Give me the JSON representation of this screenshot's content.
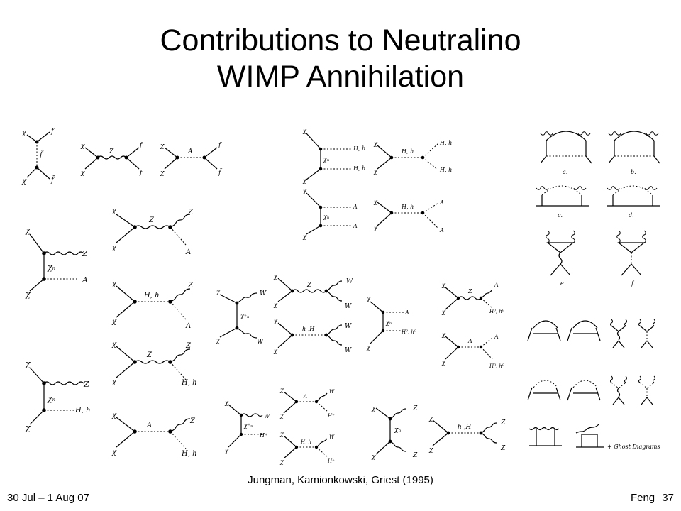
{
  "slide": {
    "title_line1": "Contributions to Neutralino",
    "title_line2": "WIMP Annihilation",
    "citation": "Jungman, Kamionkowski, Griest (1995)",
    "footer_date": "30 Jul – 1 Aug 07",
    "footer_author_page": "Feng 37"
  },
  "diagram_labels": {
    "chi": "χ",
    "chi_n": "χₙ",
    "chi_plus": "χ⁺ₙ",
    "f": "f",
    "f_bar": "f̄",
    "f_tilde": "f̃",
    "Z": "Z",
    "A": "A",
    "W": "W",
    "H_h": "H, h",
    "h_H": "h ,H",
    "H0_h0": "H⁰, h⁰",
    "H_plus": "H⁺",
    "a": "a.",
    "b": "b.",
    "c": "c.",
    "d": "d.",
    "e": "e.",
    "f_lbl": "f.",
    "ghost": "+ Ghost Diagrams"
  }
}
